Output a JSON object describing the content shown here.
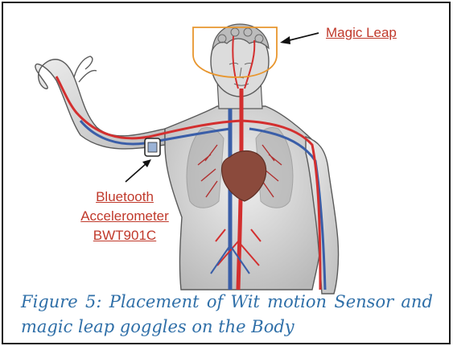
{
  "labels": {
    "magic_leap": "Magic Leap",
    "bluetooth": [
      "Bluetooth",
      "Accelerometer",
      "BWT901C"
    ]
  },
  "caption": {
    "line1_words": [
      "Figure",
      "5:",
      "Placement",
      "of",
      "Wit",
      "motion",
      "Sensor",
      "and"
    ],
    "line2": "magic leap goggles on the Body"
  },
  "colors": {
    "label_red": "#c0392b",
    "caption_blue": "#2f6fa8",
    "artery_red": "#d32f2f",
    "vein_blue": "#3a5ea8",
    "goggle_orange": "#e8962e",
    "heart_brown": "#8b4a3c"
  }
}
